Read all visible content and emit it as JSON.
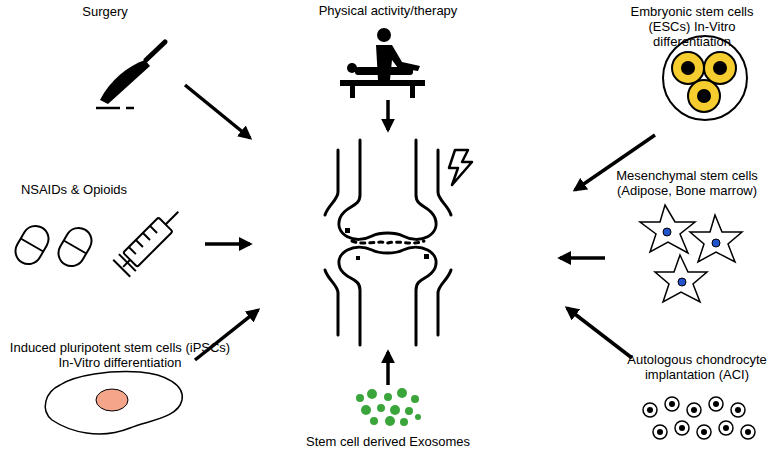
{
  "diagram": {
    "labels": [
      "Surgery",
      "Physical activity/therapy",
      "Embryonic stem cells (ESCs) In-Vitro differentiation",
      "NSAIDs & Opioids",
      "Mesenchymal stem cells (Adipose, Bone marrow)",
      "Induced pluripotent stem cells (iPSCs) In-Vitro differentiation",
      "Stem cell derived Exosomes",
      "Autologous chondrocyte implantation (ACI)"
    ]
  }
}
